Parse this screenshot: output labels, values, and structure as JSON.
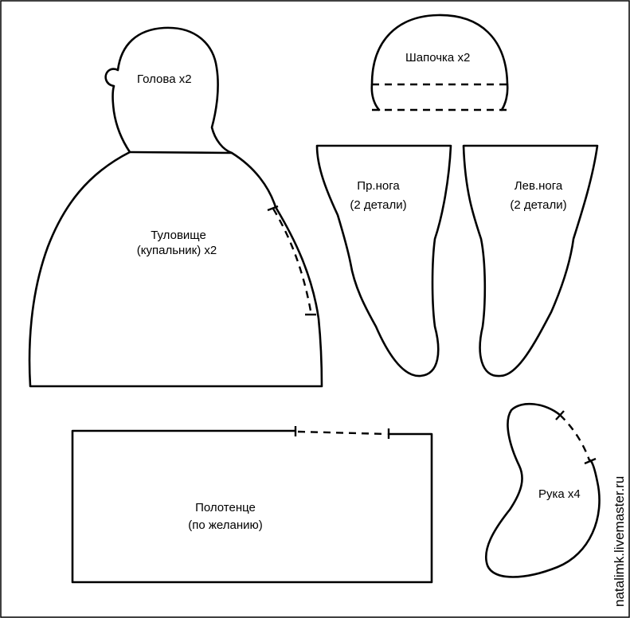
{
  "labels": {
    "head": "Голова х2",
    "hat": "Шапочка х2",
    "right_leg_1": "Пр.нога",
    "right_leg_2": "(2 детали)",
    "left_leg_1": "Лев.нога",
    "left_leg_2": "(2 детали)",
    "torso_1": "Туловище",
    "torso_2": "(купальник) х2",
    "towel_1": "Полотенце",
    "towel_2": "(по желанию)",
    "arm": "Рука х4"
  },
  "watermark": "natalimk.livemaster.ru"
}
